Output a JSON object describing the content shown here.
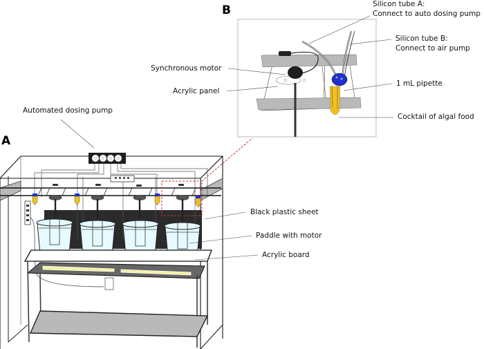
{
  "panels": {
    "a": {
      "letter": "A"
    },
    "b": {
      "letter": "B"
    }
  },
  "labels_a": {
    "dosing_pump": "Automated dosing pump",
    "black_sheet": "Black plastic sheet",
    "paddle": "Paddle with motor",
    "acrylic_board": "Acrylic board"
  },
  "labels_b": {
    "tube_a_line1": "Silicon tube A:",
    "tube_a_line2": "Connect to auto dosing pump",
    "tube_b_line1": "Silicon tube B:",
    "tube_b_line2": "Connect to air pump",
    "motor": "Synchronous motor",
    "acrylic_panel": "Acrylic panel",
    "pipette": "1 mL pipette",
    "algal_food": "Cocktail of algal food"
  },
  "colors": {
    "water": "#e6fbff",
    "black_sheet": "#2b2b2b",
    "gray_bar": "#b9b9b9",
    "cap_blue": "#1f2fd0",
    "food_yellow": "#f2c01e",
    "lamp_yellow": "#f3f2a0",
    "callout_red": "#c0392b"
  },
  "counts": {
    "buckets": 4,
    "pump_heads": 4,
    "tubes": 5
  }
}
